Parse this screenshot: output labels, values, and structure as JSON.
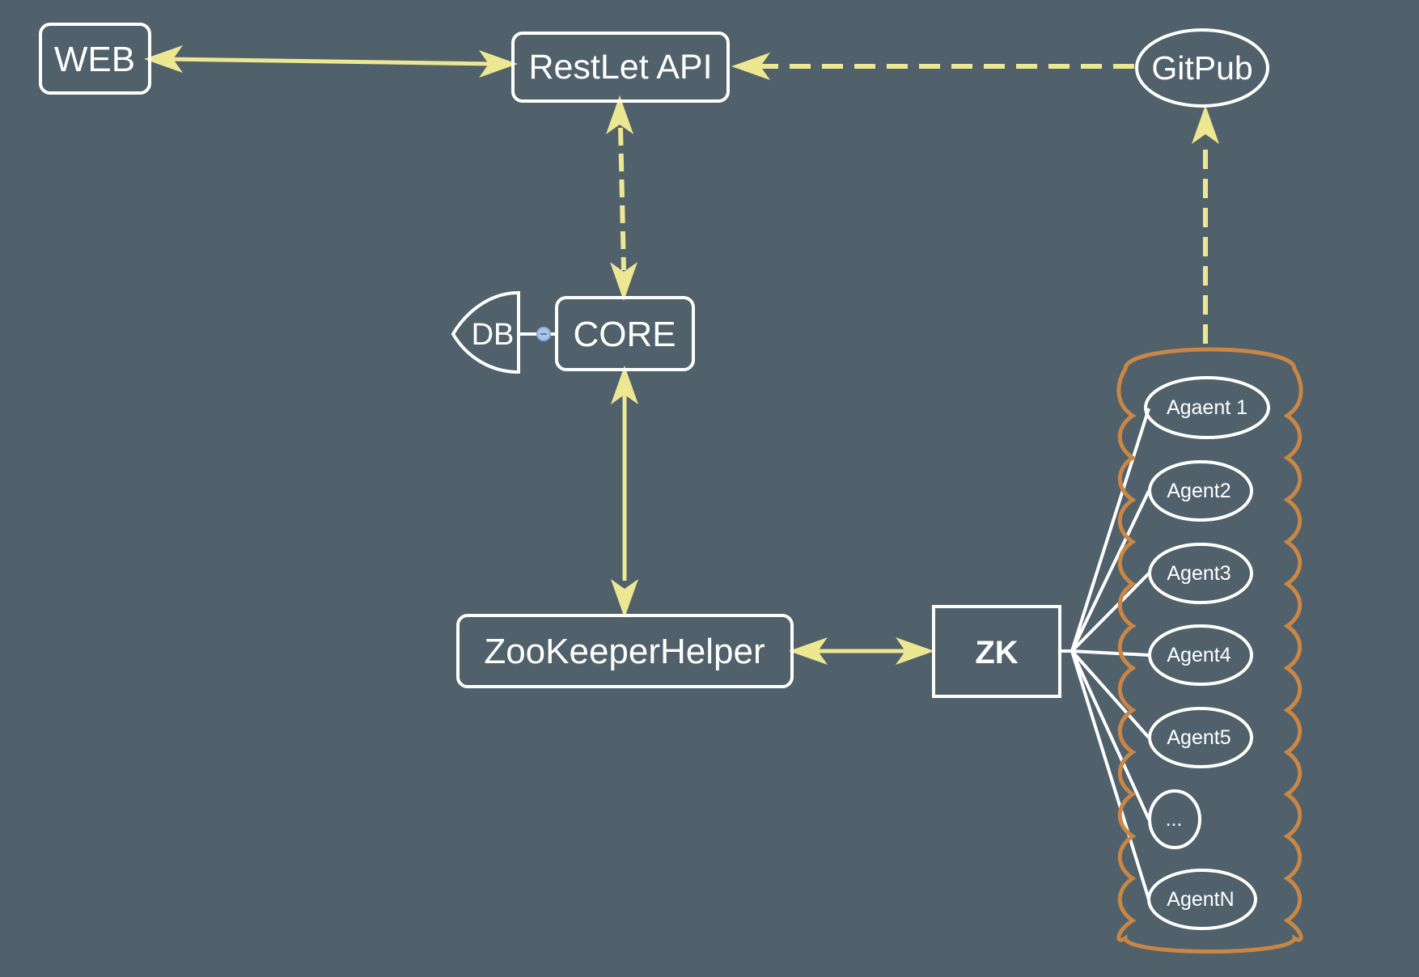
{
  "colors": {
    "background": "#50616c",
    "node_stroke": "#ffffff",
    "connector": "#eee792",
    "cluster_outline": "#c98645",
    "db_connector_dot": "#a9c6ea"
  },
  "nodes": {
    "web": "WEB",
    "restlet_api": "RestLet API",
    "gitpub": "GitPub",
    "db": "DB",
    "core": "CORE",
    "zookeeper_helper": "ZooKeeperHelper",
    "zk": "ZK"
  },
  "agents": [
    "Agaent 1",
    "Agent2",
    "Agent3",
    "Agent4",
    "Agent5",
    "...",
    "AgentN"
  ],
  "edges": [
    {
      "from": "WEB",
      "to": "RestLet API",
      "style": "solid",
      "direction": "both"
    },
    {
      "from": "GitPub",
      "to": "RestLet API",
      "style": "dashed",
      "direction": "forward"
    },
    {
      "from": "RestLet API",
      "to": "CORE",
      "style": "dashed",
      "direction": "both"
    },
    {
      "from": "CORE",
      "to": "ZooKeeperHelper",
      "style": "solid",
      "direction": "both"
    },
    {
      "from": "ZooKeeperHelper",
      "to": "ZK",
      "style": "solid",
      "direction": "both"
    },
    {
      "from": "Agents",
      "to": "GitPub",
      "style": "dashed",
      "direction": "forward"
    },
    {
      "from": "CORE",
      "to": "DB",
      "style": "solid",
      "direction": "none"
    },
    {
      "from": "ZK",
      "to": "Agents",
      "style": "solid",
      "direction": "none"
    }
  ]
}
